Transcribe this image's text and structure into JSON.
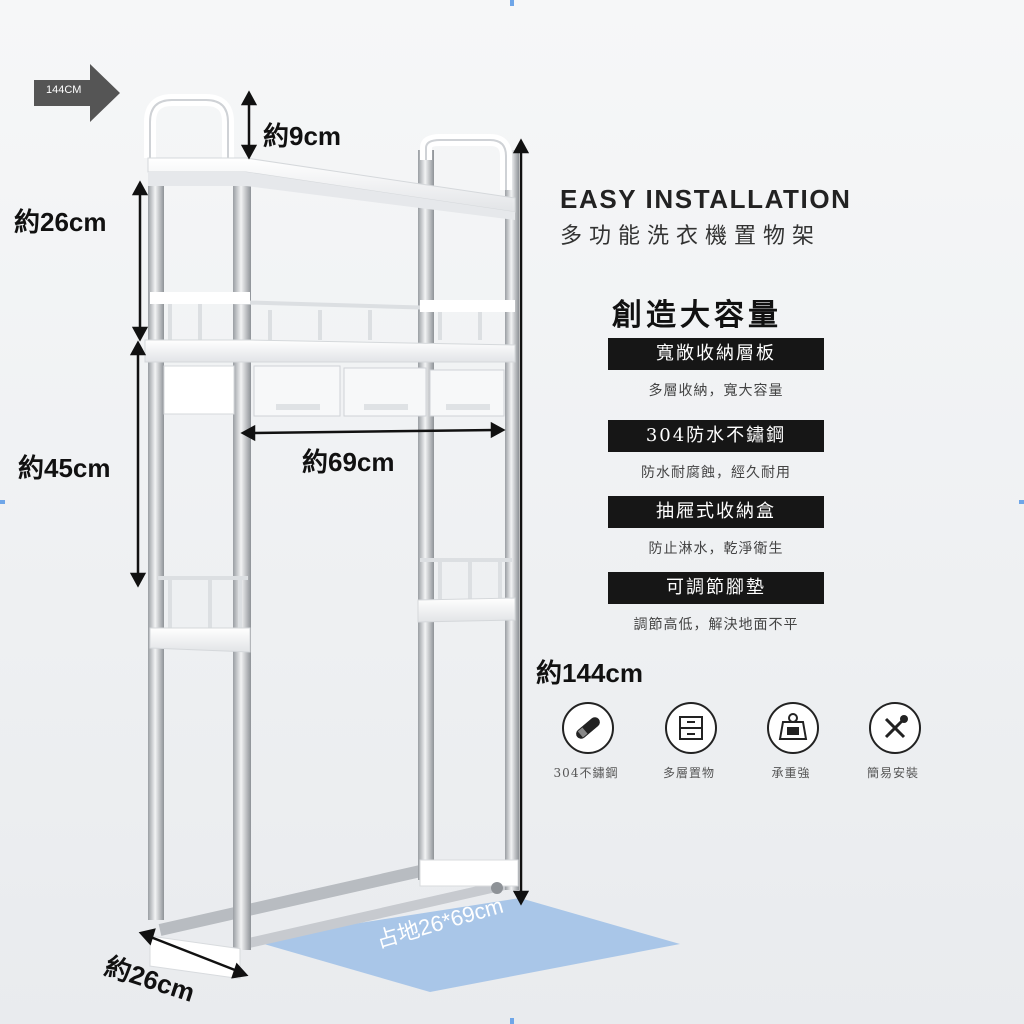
{
  "badge": {
    "label": "144CM"
  },
  "dimensions": {
    "top_height": "約9cm",
    "shelf_gap": "約26cm",
    "middle_gap": "約45cm",
    "inner_width": "約69cm",
    "total_height": "約144cm",
    "depth": "約26cm",
    "footprint": "占地26*69cm"
  },
  "title": {
    "en": "EASY INSTALLATION",
    "zh": "多功能洗衣機置物架"
  },
  "features": {
    "heading": "創造大容量",
    "items": [
      {
        "label": "寬敞收納層板",
        "desc": "多層收納，寬大容量"
      },
      {
        "label": "304防水不鏽鋼",
        "desc": "防水耐腐蝕，經久耐用"
      },
      {
        "label": "抽屜式收納盒",
        "desc": "防止淋水，乾淨衛生"
      },
      {
        "label": "可調節腳墊",
        "desc": "調節高低，解決地面不平"
      }
    ]
  },
  "icons": [
    {
      "name": "stainless-tube-icon",
      "label": "304不鏽鋼"
    },
    {
      "name": "drawer-icon",
      "label": "多層置物"
    },
    {
      "name": "weight-icon",
      "label": "承重強"
    },
    {
      "name": "tools-icon",
      "label": "簡易安裝"
    }
  ],
  "colors": {
    "floor": "#9dbfe6",
    "label_bg": "#161616",
    "marker": "#6fa6e8"
  }
}
